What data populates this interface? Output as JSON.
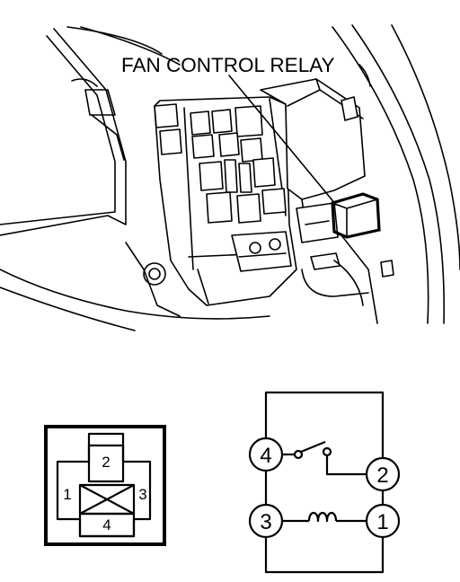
{
  "callout": {
    "label": "FAN CONTROL RELAY"
  },
  "connector": {
    "pins": [
      {
        "number": "2"
      },
      {
        "number": "1"
      },
      {
        "number": "3"
      },
      {
        "number": "4"
      }
    ]
  },
  "schematic": {
    "terminals": [
      {
        "number": "4"
      },
      {
        "number": "2"
      },
      {
        "number": "3"
      },
      {
        "number": "1"
      }
    ]
  },
  "colors": {
    "ink": "#000000",
    "paper": "#ffffff"
  }
}
